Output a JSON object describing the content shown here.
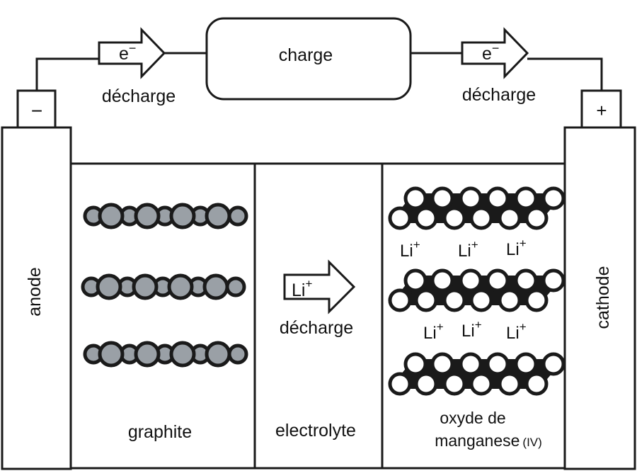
{
  "wire": {
    "electron_left": "e",
    "electron_right": "e",
    "electron_sign": "−",
    "discharge_left": "décharge",
    "discharge_right": "décharge",
    "charge": "charge"
  },
  "terminals": {
    "negative": "−",
    "positive": "+"
  },
  "electrodes": {
    "anode": "anode",
    "cathode": "cathode"
  },
  "sections": {
    "graphite": "graphite",
    "electrolyte": "electrolyte",
    "oxide_line1": "oxyde de",
    "oxide_line2": "manganese",
    "oxide_suffix": "(IV)"
  },
  "ion": {
    "symbol": "Li",
    "charge": "+",
    "discharge": "décharge"
  },
  "colors": {
    "graphite_atom": "#9aa0a6",
    "line": "#1a1a1a"
  }
}
